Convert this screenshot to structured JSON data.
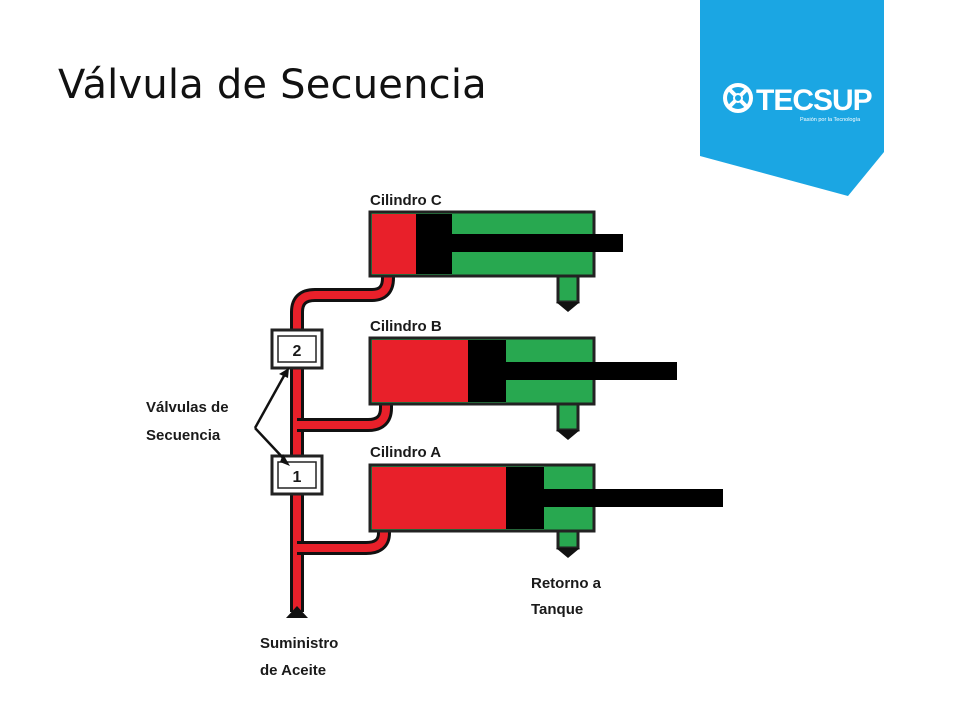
{
  "slide": {
    "title": "Válvula de Secuencia"
  },
  "logo": {
    "name": "TECSUP",
    "tagline": "Pasión por la Tecnología",
    "brand_color": "#1ba6e3"
  },
  "colors": {
    "pressure_fluid": "#e8202a",
    "return_fluid": "#28a850",
    "piston": "#000000"
  },
  "diagram": {
    "cylinders": [
      {
        "label": "Cilindro C"
      },
      {
        "label": "Cilindro B"
      },
      {
        "label": "Cilindro A"
      }
    ],
    "valves": [
      {
        "number": "2"
      },
      {
        "number": "1"
      }
    ],
    "labels": {
      "valves_line1": "Válvulas de",
      "valves_line2": "Secuencia",
      "supply_line1": "Suministro",
      "supply_line2": "de Aceite",
      "return_line1": "Retorno a",
      "return_line2": "Tanque"
    }
  }
}
